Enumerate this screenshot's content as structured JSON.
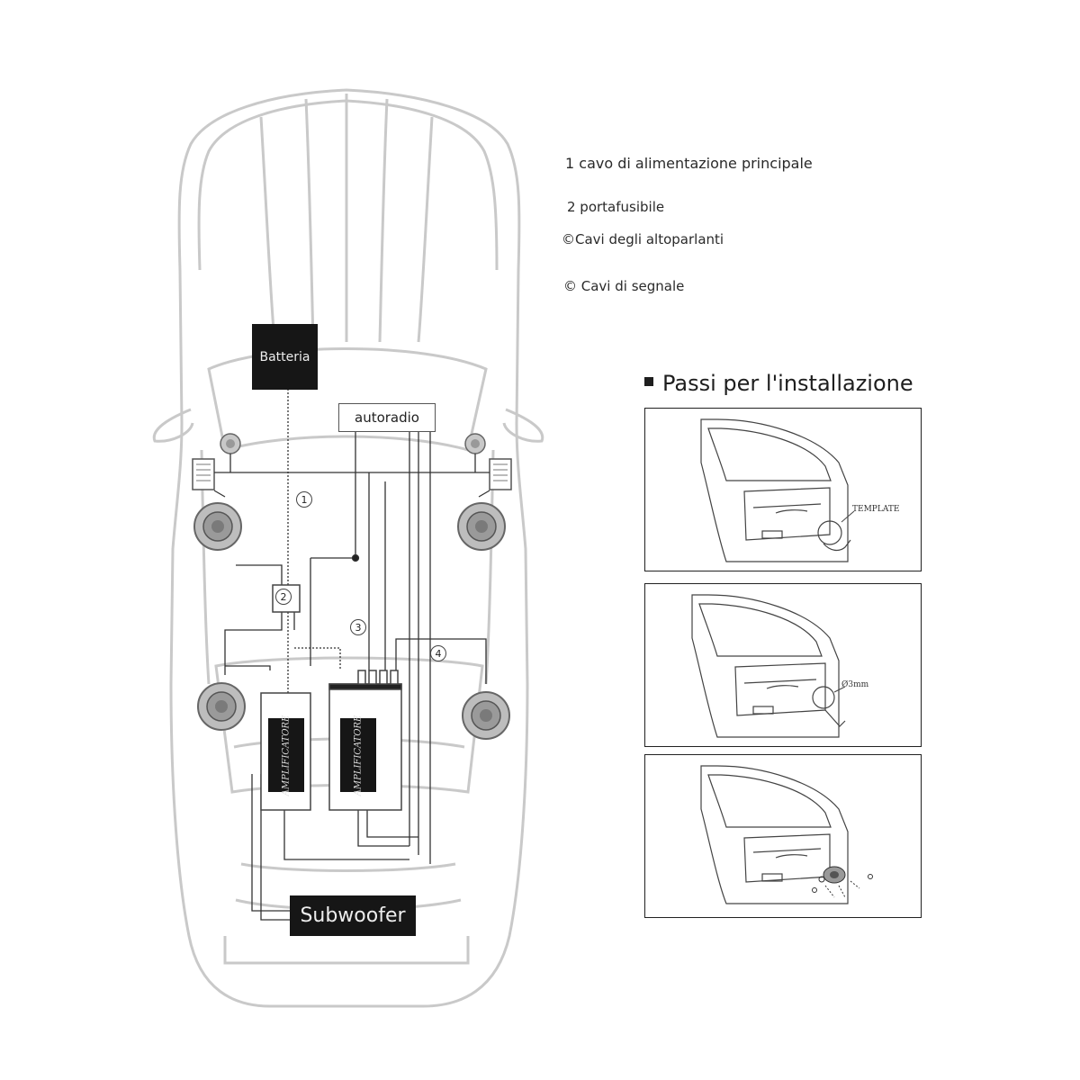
{
  "legend": {
    "item1": "1 cavo di alimentazione principale",
    "item2": "2 portafusibile",
    "item3": "©Cavi degli altoparlanti",
    "item4": "© Cavi di segnale"
  },
  "components": {
    "battery": "Batteria",
    "head_unit": "autoradio",
    "subwoofer": "Subwoofer",
    "amplifier_1": "AMPLIFICATORE",
    "amplifier_2": "AMPLIFICATORE"
  },
  "markers": {
    "m1": "1",
    "m2": "2",
    "m3": "3",
    "m4": "4"
  },
  "steps": {
    "title": "Passi per l'installazione",
    "step1_label": "TEMPLATE",
    "step2_label": "Ø3mm"
  }
}
